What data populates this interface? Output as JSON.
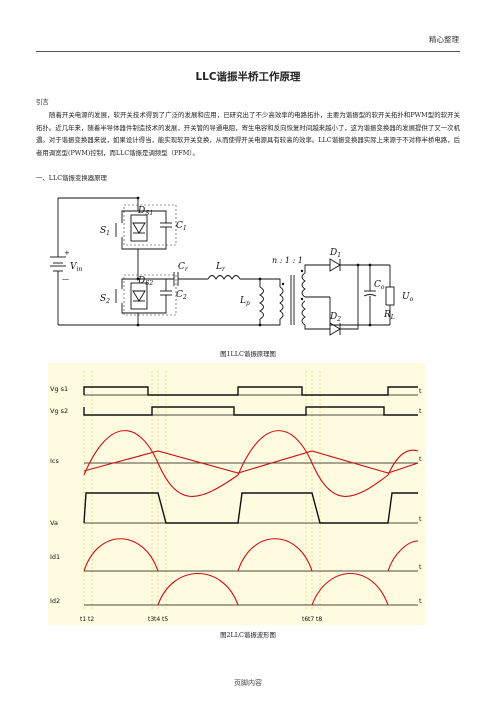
{
  "header": {
    "right_text": "精心整理"
  },
  "title": "LLC谐振半桥工作原理",
  "section_intro": "引言",
  "body_paragraph": "随着开关电源的发展，软开关技术得到了广泛的发展和应用，已研究出了不少高效率的电路拓扑，主要为谐振型的软开关拓扑和PWM型的软开关拓扑。近几年来，随着半导体器件制造技术的发展，开关管的导通电阻，寄生电容和反向恢复时间越来越小了，这为谐振变换器的发展提供了又一次机遇。对于谐振变换器来说，如果设计得当，能实现软开关变换，从而使得开关电源具有较高的效率。LLC谐振变换器实际上来源于不对称半桥电路，后者用调宽型(PWM)控制，而LLC谐振是调频型（PFM）。",
  "heading_1": "一、LLC谐振变换器原理",
  "figure1": {
    "caption": "图1LLC谐振原理图",
    "labels": {
      "vin_plus": "+",
      "vin_minus": "—",
      "vin": "V",
      "vin_sub": "in",
      "s1": "S",
      "s1_sub": "1",
      "ds1": "D",
      "ds1_sub": "S1",
      "c1": "C",
      "c1_sub": "1",
      "s2": "S",
      "s2_sub": "2",
      "ds2": "D",
      "ds2_sub": "S2",
      "c2": "C",
      "c2_sub": "2",
      "cr": "C",
      "cr_sub": "r",
      "lr": "L",
      "lr_sub": "r",
      "lp": "L",
      "lp_sub": "p",
      "ratio": "n : 1 : 1",
      "d1": "D",
      "d1_sub": "1",
      "d2": "D",
      "d2_sub": "2",
      "co": "C",
      "co_sub": "o",
      "rl": "R",
      "rl_sub": "L",
      "uo": "U",
      "uo_sub": "o"
    }
  },
  "figure2": {
    "caption": "图2LLC谐振波形图",
    "signals": [
      "Vg s1",
      "Vg s2",
      "Ics",
      "Va",
      "Id1",
      "Id2"
    ],
    "axis_label": "t",
    "time_marks": [
      "t1",
      "t2",
      "t3",
      "t4",
      "t5",
      "t6",
      "t7",
      "t8"
    ]
  },
  "footer": "页脚内容",
  "colors": {
    "waveform": "#cc1111",
    "plot_bg": "#fffbe0",
    "grid": "#e8c030"
  }
}
